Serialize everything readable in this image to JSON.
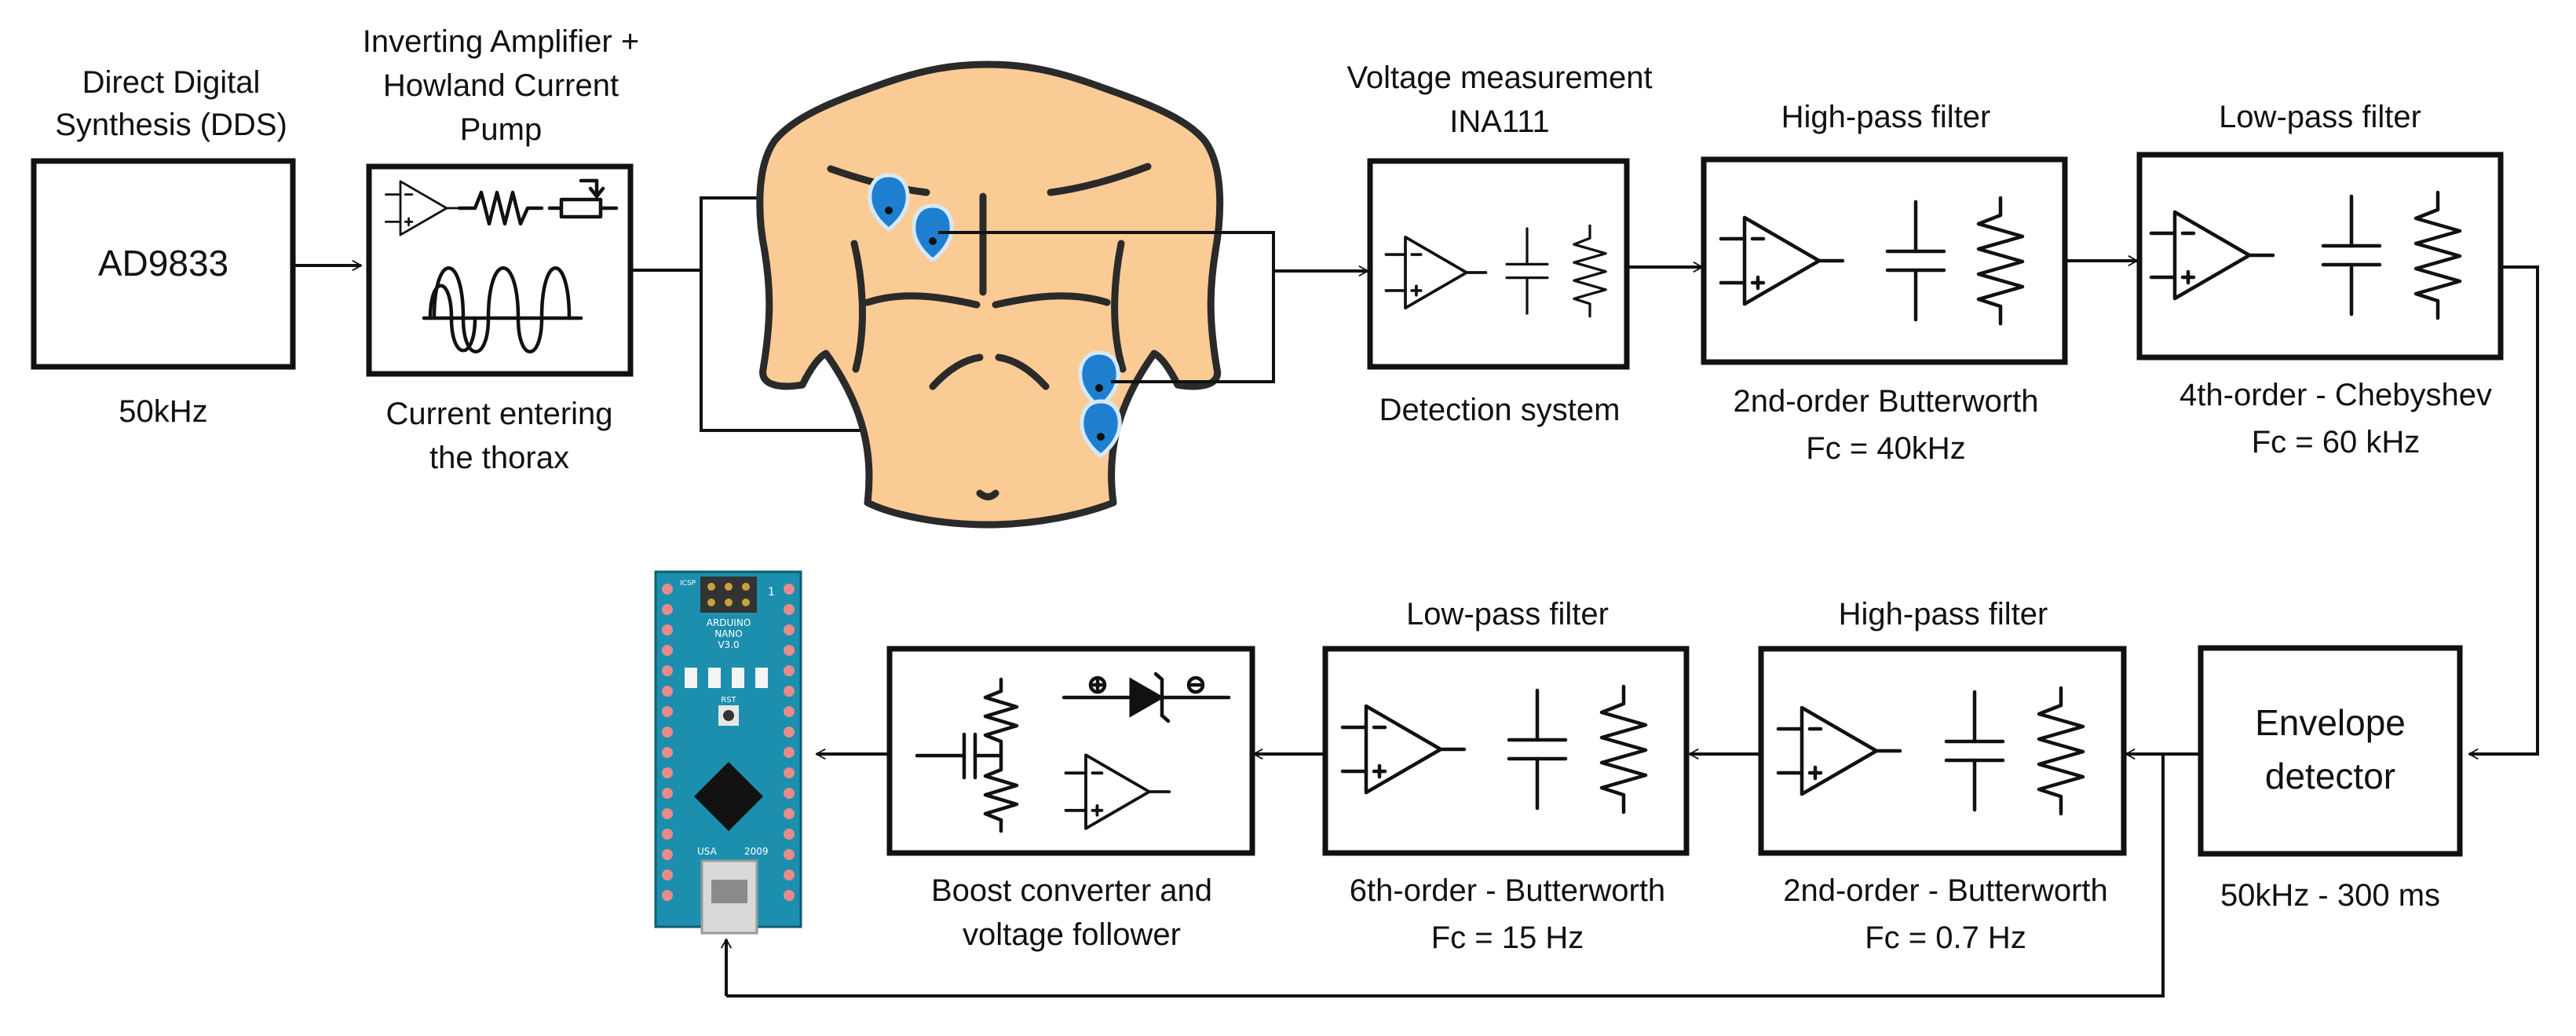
{
  "colors": {
    "line": "#111111",
    "skin": "#FBCB96",
    "outline": "#2a2a2a",
    "electrode": "#1e7fd0",
    "board": "#1c8fae",
    "pin": "#e88b8b"
  },
  "blocks": {
    "dds": {
      "title": [
        "Direct Digital",
        "Synthesis (DDS)"
      ],
      "inner": "AD9833",
      "caption": [
        "50kHz"
      ]
    },
    "current_source": {
      "title": [
        "Inverting Amplifier +",
        "Howland Current",
        "Pump"
      ],
      "caption": [
        "Current entering",
        "the thorax"
      ]
    },
    "voltage": {
      "title": [
        "Voltage measurement",
        "INA111"
      ],
      "caption": [
        "Detection system"
      ]
    },
    "hpf1": {
      "title": [
        "High-pass filter"
      ],
      "caption": [
        "2nd-order Butterworth",
        "Fc = 40kHz"
      ]
    },
    "lpf1": {
      "title": [
        "Low-pass filter"
      ],
      "caption": [
        "4th-order - Chebyshev",
        "Fc = 60 kHz"
      ]
    },
    "envelope": {
      "inner": [
        "Envelope",
        "detector"
      ],
      "caption": [
        "50kHz - 300 ms"
      ]
    },
    "hpf2": {
      "title": [
        "High-pass filter"
      ],
      "caption": [
        "2nd-order - Butterworth",
        "Fc = 0.7 Hz"
      ]
    },
    "lpf2": {
      "title": [
        "Low-pass filter"
      ],
      "caption": [
        "6th-order - Butterworth",
        "Fc = 15 Hz"
      ]
    },
    "boost": {
      "caption": [
        "Boost converter and",
        "voltage follower"
      ]
    }
  },
  "arduino": {
    "text": [
      "ARDUINO",
      "NANO",
      "V3.0",
      "USA",
      "2009",
      "RST",
      "ICSP",
      "1"
    ]
  }
}
